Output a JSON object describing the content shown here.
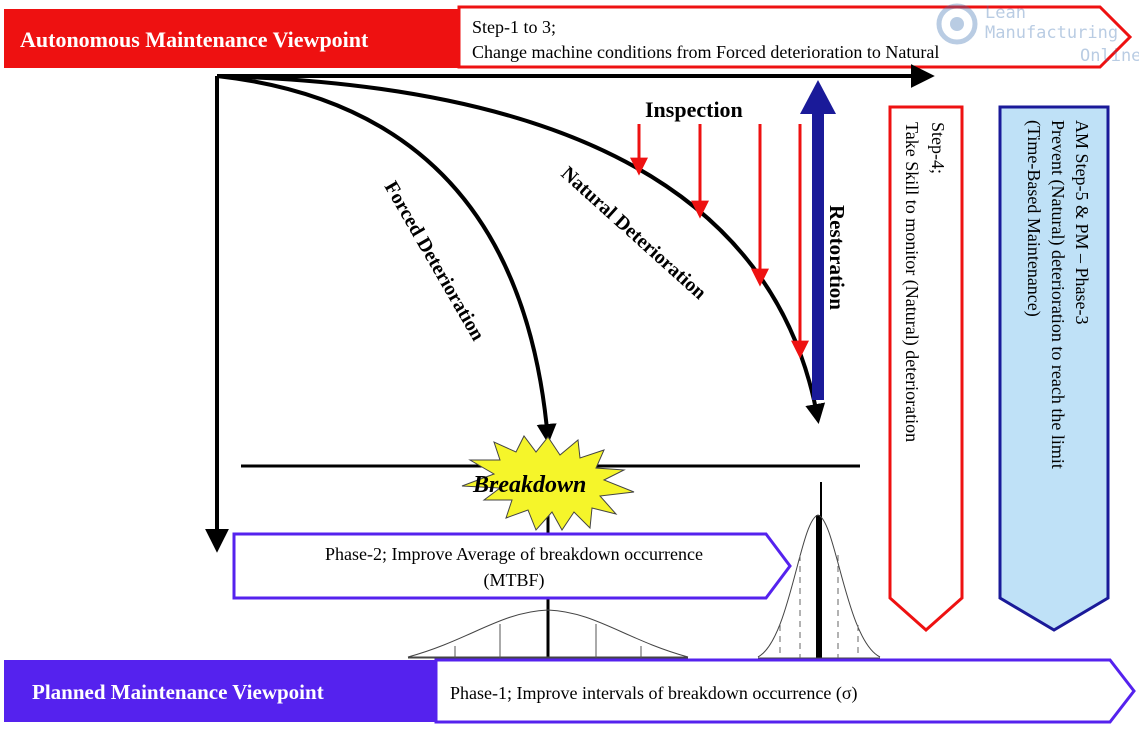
{
  "colors": {
    "red": "#ee1111",
    "navy": "#1a1a99",
    "purple": "#5522ee",
    "blue_panel": "#bfe1f7",
    "star": "#f5f52a",
    "black": "#000000"
  },
  "header": {
    "am_title": "Autonomous Maintenance Viewpoint",
    "am_arrow_line1": "Step-1 to 3;",
    "am_arrow_line2": "Change machine conditions from Forced deterioration to Natural"
  },
  "watermark": {
    "line1": "Lean",
    "line2": "Manufacturing",
    "line3": "Online"
  },
  "labels": {
    "inspection": "Inspection",
    "forced": "Forced Deterioration",
    "natural": "Natural Deterioration",
    "restoration": "Restoration",
    "breakdown": "Breakdown"
  },
  "step4": {
    "line1": "Step-4;",
    "line2": "Take Skill to monitor (Natural) deterioration"
  },
  "am5": {
    "line1": "AM Step-5 & PM – Phase-3",
    "line2": "Prevent (Natural) deterioration to reach the limit",
    "line3": "(Time-Based Maintenance)"
  },
  "phase2": {
    "line1": "Phase-2; Improve Average of breakdown occurrence",
    "line2": "(MTBF)"
  },
  "footer": {
    "pm_title": "Planned Maintenance Viewpoint",
    "phase1": "Phase-1; Improve intervals of breakdown occurrence (σ)"
  }
}
